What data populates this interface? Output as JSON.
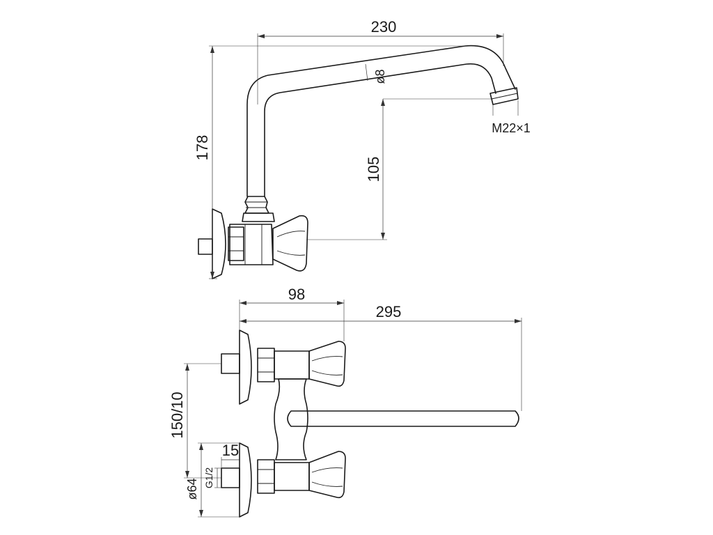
{
  "top_view": {
    "dim_spout_length": "230",
    "dim_spout_diameter": "ø8",
    "dim_thread": "M22×1",
    "dim_total_height": "178",
    "dim_outlet_height": "105"
  },
  "bottom_view": {
    "dim_depth": "98",
    "dim_reach": "295",
    "dim_spacing": "150/10",
    "dim_inlet_length": "15",
    "dim_thread": "G1/2",
    "dim_flange_diameter": "ø64"
  }
}
